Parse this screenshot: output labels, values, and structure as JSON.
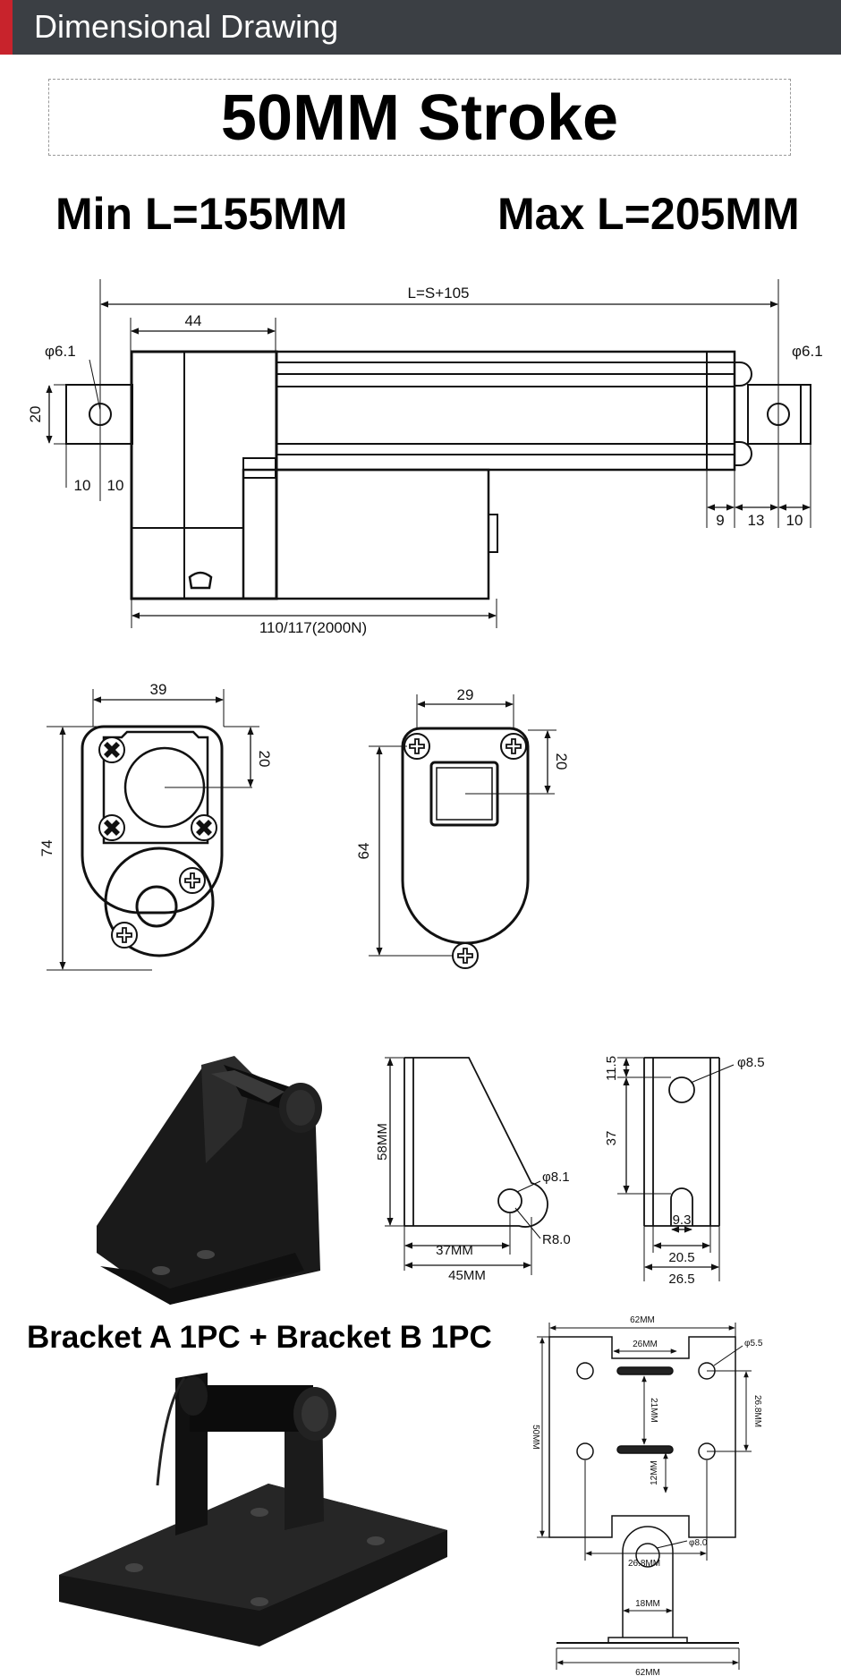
{
  "header": {
    "title": "Dimensional Drawing",
    "accent_color": "#c8232c",
    "bar_color": "#3b3f44"
  },
  "stroke_title": "50MM Stroke",
  "min_length": "Min L=155MM",
  "max_length": "Max L=205MM",
  "bracket_caption": "Bracket A 1PC + Bracket B 1PC",
  "actuator_dims": {
    "overall": "L=S+105",
    "housing_width": "44",
    "hole_left": "φ6.1",
    "hole_right": "φ6.1",
    "height": "20",
    "left_offset_a": "10",
    "left_offset_b": "10",
    "rod_9": "9",
    "rod_13": "13",
    "rod_10": "10",
    "motor_length": "110/117(2000N)"
  },
  "end_view_dims": {
    "width": "39",
    "top_offset": "20",
    "height": "74"
  },
  "rear_view_dims": {
    "width": "29",
    "top_offset": "20",
    "height": "64"
  },
  "bracket_a_dims": {
    "height": "58MM",
    "hole": "φ8.1",
    "radius": "R8.0",
    "len_37": "37MM",
    "len_45": "45MM",
    "side_hole": "φ8.5",
    "side_11_5": "11.5",
    "side_37": "37",
    "slot_9_3": "9.3",
    "w_20_5": "20.5",
    "w_26_5": "26.5"
  },
  "bracket_b_dims": {
    "width": "62MM",
    "slot_span": "26MM",
    "hole": "φ5.5",
    "height": "50MM",
    "inner_21": "21MM",
    "side_26_8": "26.8MM",
    "inner_12": "12MM",
    "bottom_26_8": "26.8MM",
    "tab_hole": "φ8.0",
    "tab_width": "18MM",
    "base_width": "62MM"
  }
}
